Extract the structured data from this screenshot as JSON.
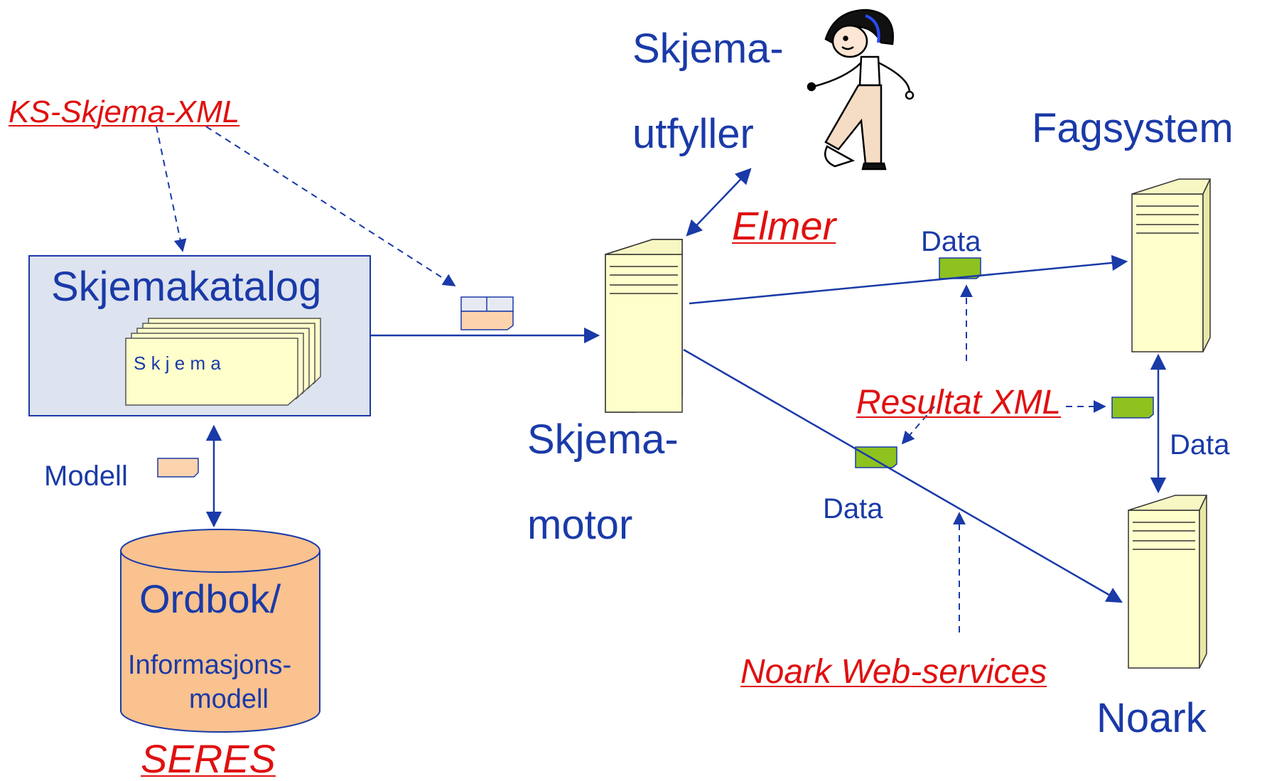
{
  "diagram": {
    "ks_schema_xml": "KS-Skjema-XML",
    "skjemakatalog": "Skjemakatalog",
    "skjema_doc": "S k j e m a",
    "modell": "Modell",
    "ordbok": "Ordbok/",
    "informasjons": "Informasjons-",
    "modell2": "modell",
    "seres": "SERES",
    "skjemautfyller_1": "Skjema-",
    "skjemautfyller_2": "utfyller",
    "elmer": "Elmer",
    "skjemamotor_1": "Skjema-",
    "skjemamotor_2": "motor",
    "fagsystem": "Fagsystem",
    "data_top": "Data",
    "resultat_xml": "Resultat XML",
    "data_mid": "Data",
    "data_right": "Data",
    "noark_ws": "Noark Web-services",
    "noark": "Noark"
  },
  "colors": {
    "line": "#1a3aa8",
    "link_red": "#e01010",
    "server_fill": "#ffffcc",
    "catalog_fill": "#dde3ef",
    "db_fill": "#f9c28f",
    "data_green": "#8dc21f",
    "model_peach": "#fcd3ad"
  }
}
